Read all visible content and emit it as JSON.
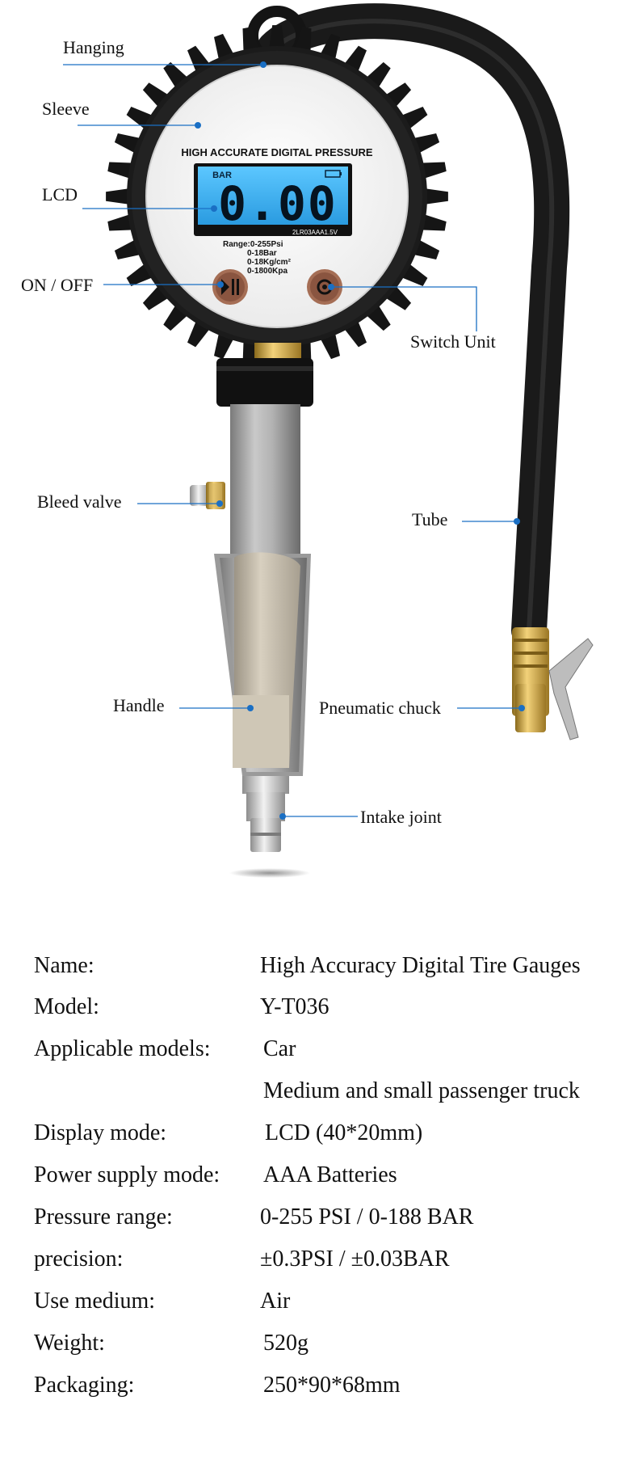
{
  "diagram": {
    "gauge": {
      "face_title": "HIGH ACCURATE DIGITAL PRESSURE",
      "lcd_unit": "BAR",
      "lcd_reading": "0.00",
      "battery_text": "2LR03AAA1.5V",
      "range_lines": [
        "Range:0-255Psi",
        "0-18Bar",
        "0-18Kg/cm²",
        "0-1800Kpa"
      ]
    },
    "callouts": {
      "hanging": "Hanging",
      "sleeve": "Sleeve",
      "lcd": "LCD",
      "on_off": "ON / OFF",
      "switch_unit": "Switch Unit",
      "bleed_valve": "Bleed valve",
      "tube": "Tube",
      "handle": "Handle",
      "pneumatic_chuck": "Pneumatic chuck",
      "intake_joint": "Intake joint"
    },
    "colors": {
      "leader_line": "#1a6fc4",
      "lcd_backlight": "#3ab0f0",
      "rubber": "#1a1a1a",
      "brass": "#c9a23a"
    }
  },
  "specs": [
    {
      "key": "Name:",
      "value": "High Accuracy Digital Tire Gauges"
    },
    {
      "key": "Model:",
      "value": "Y-T036"
    },
    {
      "key": "Applicable models:",
      "value": "Car"
    },
    {
      "key": "",
      "value": "Medium and small passenger truck"
    },
    {
      "key": "Display mode:",
      "value": "LCD (40*20mm)"
    },
    {
      "key": "Power supply mode:",
      "value": "AAA Batteries"
    },
    {
      "key": "Pressure range:",
      "value": "0-255 PSI / 0-188 BAR"
    },
    {
      "key": "precision:",
      "value": "±0.3PSI / ±0.03BAR"
    },
    {
      "key": "Use medium:",
      "value": "Air"
    },
    {
      "key": "Weight:",
      "value": "520g"
    },
    {
      "key": "Packaging:",
      "value": "250*90*68mm"
    }
  ]
}
